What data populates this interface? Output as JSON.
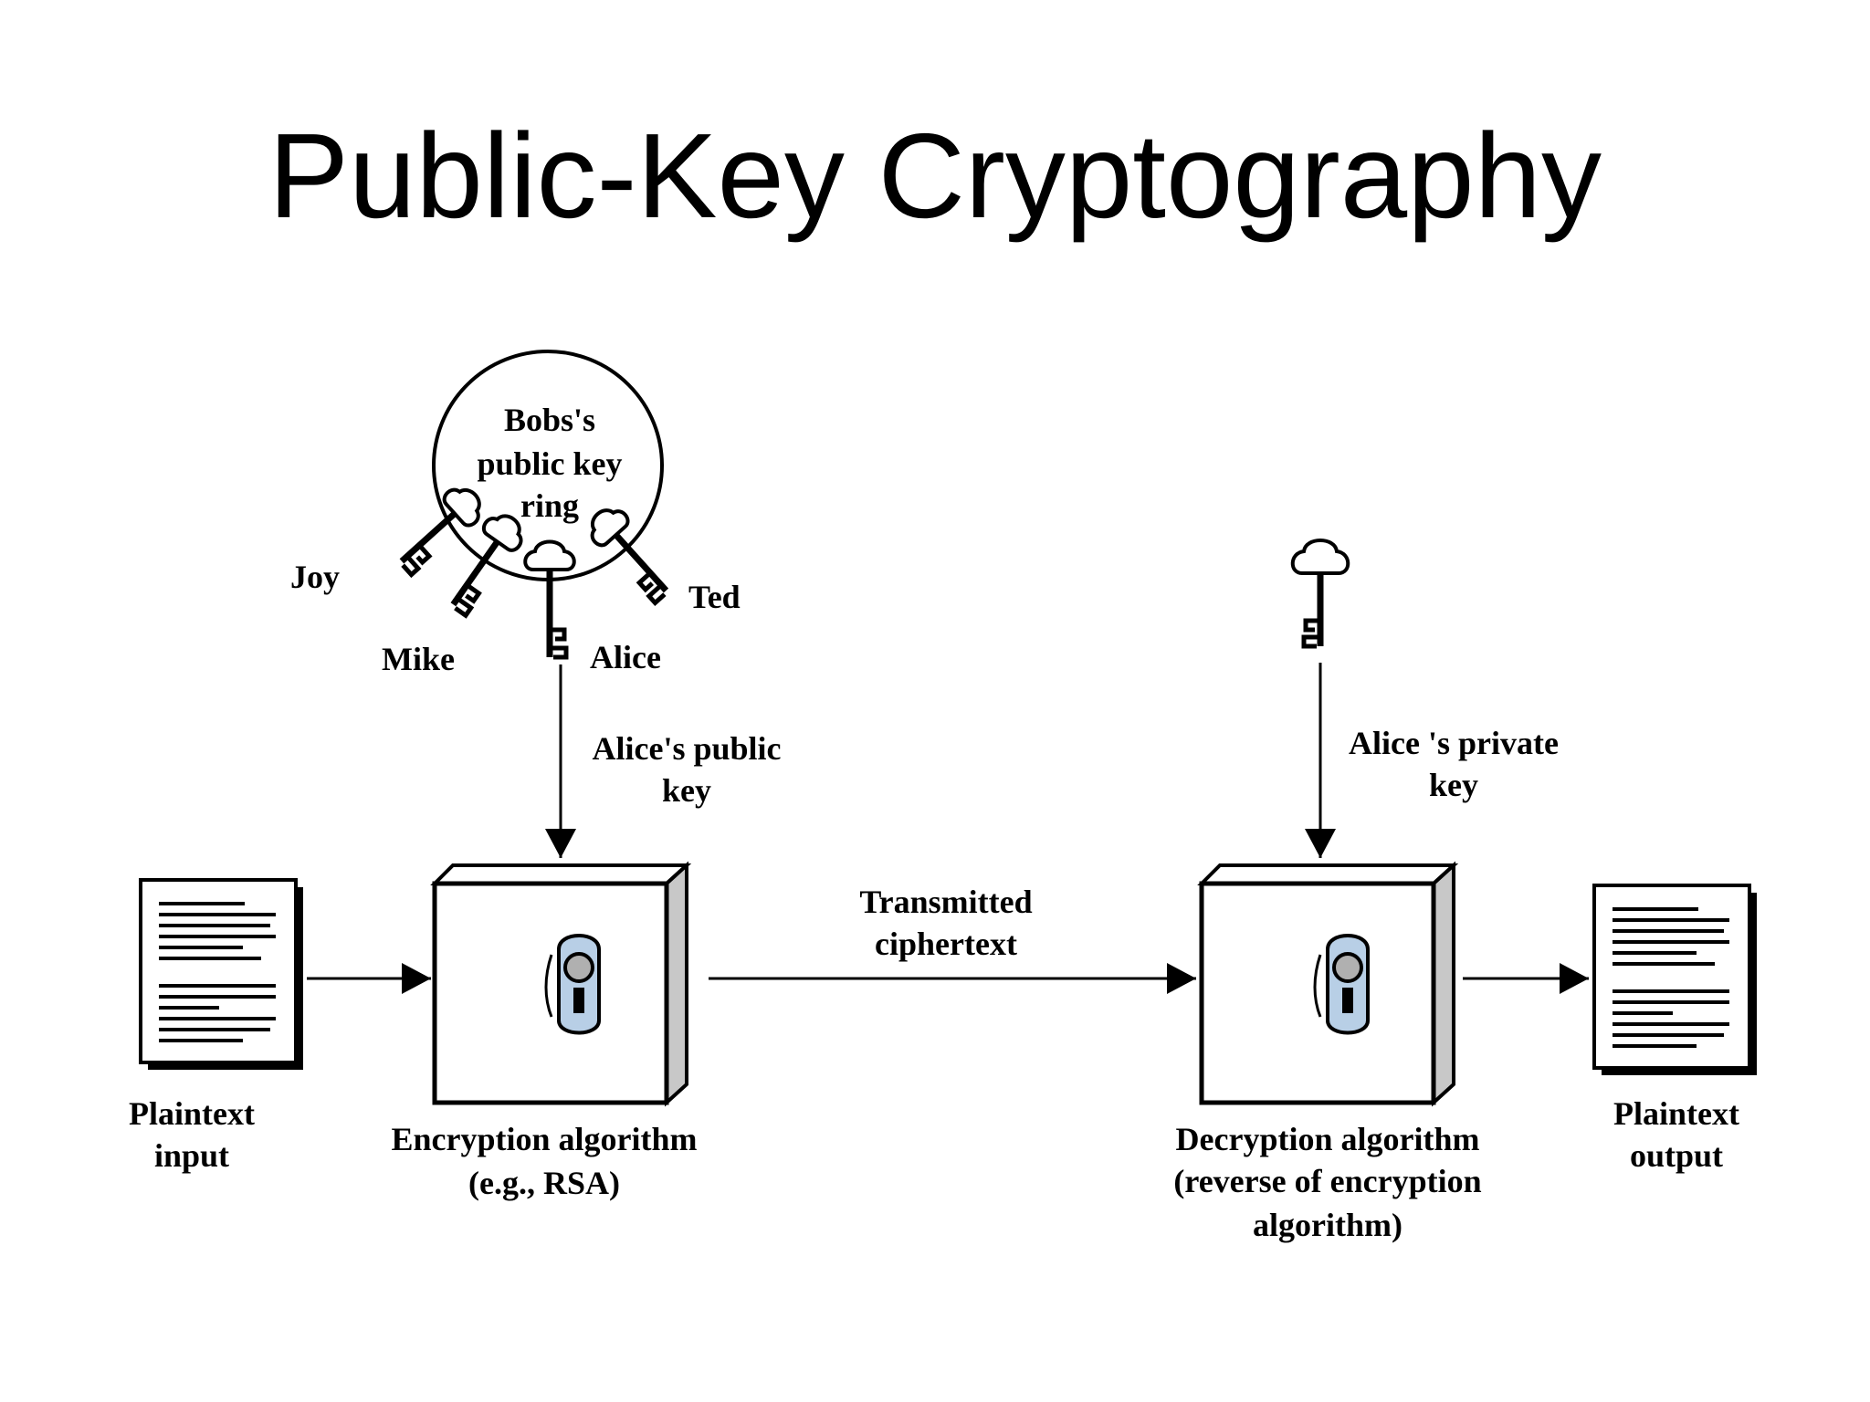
{
  "title": "Public-Key Cryptography",
  "key_ring": {
    "lines": [
      "Bobs's",
      "public key",
      "ring"
    ],
    "keys": [
      "Joy",
      "Mike",
      "Alice",
      "Ted"
    ]
  },
  "labels": {
    "alice_public_key": [
      "Alice's public",
      "key"
    ],
    "alice_private_key": [
      "Alice 's private",
      "key"
    ],
    "transmitted": [
      "Transmitted",
      "ciphertext"
    ],
    "plaintext_input": [
      "Plaintext",
      "input"
    ],
    "encryption": [
      "Encryption algorithm",
      "(e.g., RSA)"
    ],
    "decryption": [
      "Decryption algorithm",
      "(reverse of encryption",
      "algorithm)"
    ],
    "plaintext_output": [
      "Plaintext",
      "output"
    ]
  },
  "colors": {
    "lock_fill": "#b8cfe6",
    "box_side": "#c8c8c8",
    "ink": "#000000"
  }
}
